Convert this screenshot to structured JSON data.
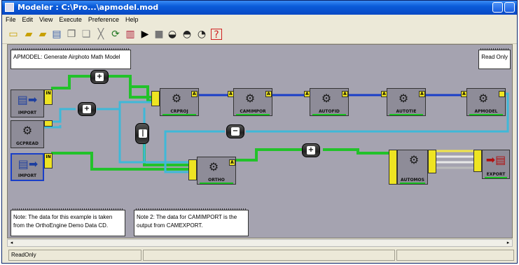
{
  "window": {
    "title": "Modeler : C:\\Pro...\\apmodel.mod",
    "controls": [
      "minimize",
      "maximize"
    ]
  },
  "menu": {
    "items": [
      "File",
      "Edit",
      "View",
      "Execute",
      "Preference",
      "Help"
    ]
  },
  "toolbar": {
    "icons": [
      "new-icon",
      "open-icon",
      "open-folder-icon",
      "save-icon",
      "copy-icon",
      "paste-icon",
      "cut-icon",
      "refresh-icon",
      "library-icon",
      "run-icon",
      "stop-icon",
      "step-icon",
      "step-into-icon",
      "step-over-icon",
      "help-icon"
    ]
  },
  "notes": {
    "title_note": "APMODEL: Generate Airphoto Math Model",
    "read_only": "Read Only",
    "note1": "Note: The data for this example is taken from the OrthoEngine Demo Data CD.",
    "note2": "Note 2: The data for CAMIMPORT is the output from CAMEXPORT."
  },
  "nodes": {
    "import1": "IMPORT",
    "gcpread": "GCPREAD",
    "import2": "IMPORT",
    "crproj": "CRPROJ",
    "camimpor": "CAMIMPOR",
    "autofid": "AUTOFID",
    "autotie": "AUTOTIE",
    "apmodel": "APMODEL",
    "ortho": "ORTHO",
    "automos": "AUTOMOS",
    "export": "EXPORT"
  },
  "ports": {
    "in": "IN",
    "a": "A"
  },
  "statusbar": {
    "text": "ReadOnly"
  },
  "colors": {
    "canvas": "#A5A3B0",
    "green_wire": "#22C22A",
    "blue_wire": "#1A3FC8",
    "cyan_wire": "#3FB8D8",
    "port_yellow": "#EEE422",
    "title_blue": "#0A5BD9"
  }
}
